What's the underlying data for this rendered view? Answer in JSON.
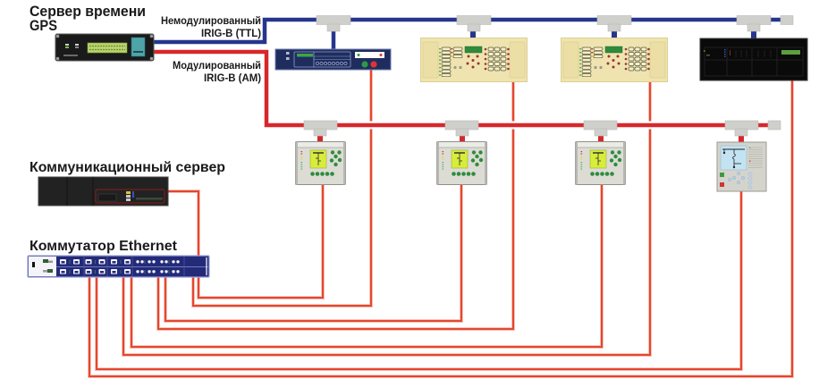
{
  "diagram": {
    "labels": {
      "gps_server": {
        "line1": "Сервер времени",
        "line2": "GPS"
      },
      "irig_ttl": {
        "line1": "Немодулированный",
        "line2": "IRIG-B (TTL)"
      },
      "irig_am": {
        "line1": "Модулированный",
        "line2": "IRIG-B (AM)"
      },
      "comm_server": "Коммуникационный сервер",
      "ethernet_switch": "Коммутатор Ethernet"
    },
    "colors": {
      "irig_ttl_bus": "#26368e",
      "irig_am_bus": "#d8272b",
      "ethernet_cable": "#e4472f"
    },
    "buses": [
      {
        "id": "irig-b-ttl",
        "name": "Немодулированный IRIG-B (TTL)",
        "source": "gps-time-server",
        "devices": [
          "irig-display-unit",
          "protection-relay-1",
          "protection-relay-2",
          "rtu-controller"
        ]
      },
      {
        "id": "irig-b-am",
        "name": "Модулированный IRIG-B (AM)",
        "source": "gps-time-server",
        "devices": [
          "bay-ied-1",
          "bay-ied-2",
          "bay-ied-3",
          "bay-ied-4"
        ]
      }
    ],
    "ethernet_links": [
      {
        "from": "communication-server",
        "to": "bay-ied-1"
      },
      {
        "from": "ethernet-switch",
        "to": "irig-display-unit"
      },
      {
        "from": "ethernet-switch",
        "to": "bay-ied-2"
      },
      {
        "from": "ethernet-switch",
        "to": "protection-relay-1"
      },
      {
        "from": "ethernet-switch",
        "to": "bay-ied-3"
      },
      {
        "from": "ethernet-switch",
        "to": "protection-relay-2"
      },
      {
        "from": "ethernet-switch",
        "to": "bay-ied-4"
      },
      {
        "from": "ethernet-switch",
        "to": "rtu-controller"
      }
    ],
    "switch": {
      "copper_port_pairs": 3,
      "fiber_port_groups": 2
    }
  }
}
